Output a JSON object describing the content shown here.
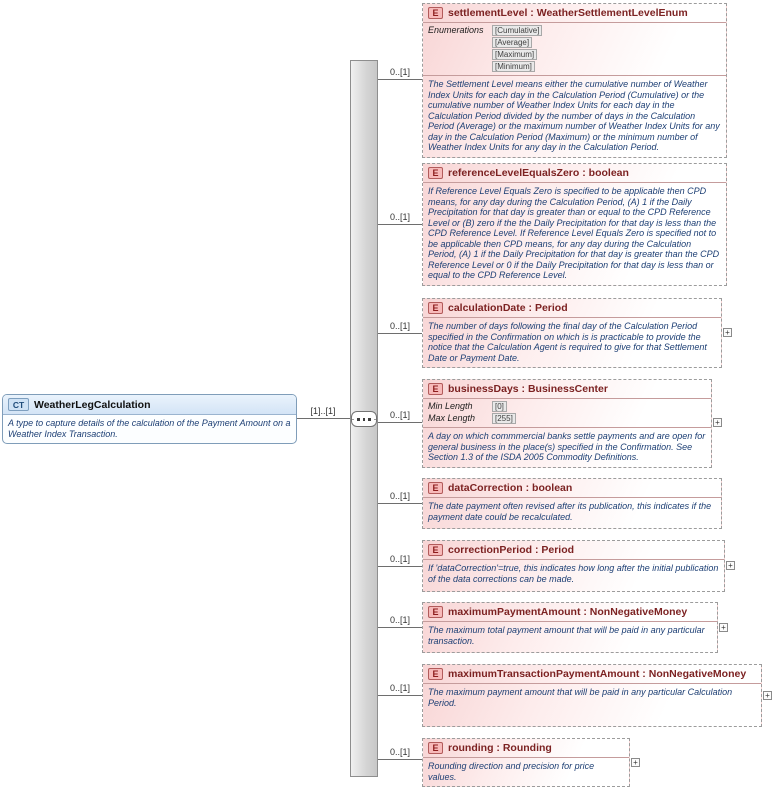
{
  "meta": {
    "type_separator": " : ",
    "expand_glyph": "+"
  },
  "root": {
    "badge": "CT",
    "name": "WeatherLegCalculation",
    "cardinality": "[1]..[1]",
    "description": "A type to capture details of the calculation of the Payment Amount on a Weather Index Transaction."
  },
  "elements": [
    {
      "badge": "E",
      "name": "settlementLevel",
      "type": "WeatherSettlementLevelEnum",
      "cardinality": "0..[1]",
      "facets": [
        {
          "label": "Enumerations",
          "values": [
            "[Cumulative]",
            "[Average]",
            "[Maximum]",
            "[Minimum]"
          ]
        }
      ],
      "description": "The Settlement Level means either the cumulative number of Weather Index Units for each day in the Calculation Period (Cumulative) or the cumulative number of Weather Index Units for each day in the Calculation Period divided by the number of days in the Calculation Period (Average) or the maximum number of Weather Index Units for any day in the Calculation Period (Maximum) or the minimum number of Weather Index Units for any day in the Calculation Period."
    },
    {
      "badge": "E",
      "name": "referenceLevelEqualsZero",
      "type": "boolean",
      "cardinality": "0..[1]",
      "description": "If Reference Level Equals Zero is specified to be applicable then CPD means, for any day during the Calculation Period, (A) 1 if the Daily Precipitation for that day is greater than or equal to the CPD Reference Level or (B) zero if the the Daily Precipitation for that day is less than the CPD Reference Level. If Reference Level Equals Zero is specified not to be applicable then CPD means, for any day during the Calculation Period, (A) 1 if the Daily Precipitation for that day is greater than the CPD Reference Level or 0 if the Daily Precipitation for that day is less than or equal to the CPD Reference Level."
    },
    {
      "badge": "E",
      "name": "calculationDate",
      "type": "Period",
      "cardinality": "0..[1]",
      "description": "The number of days following the final day of the Calculation Period specified in the Confirmation on which is is practicable to provide the notice that the Calculation Agent is required to give for that Settlement Date or Payment Date."
    },
    {
      "badge": "E",
      "name": "businessDays",
      "type": "BusinessCenter",
      "cardinality": "0..[1]",
      "facets": [
        {
          "label": "Min Length",
          "values": [
            "[0]"
          ]
        },
        {
          "label": "Max Length",
          "values": [
            "[255]"
          ]
        }
      ],
      "description": "A day on which commmercial banks settle payments and are open for general business in the place(s) specified in the Confirmation. See Section 1.3 of the ISDA 2005 Commodity Definitions."
    },
    {
      "badge": "E",
      "name": "dataCorrection",
      "type": "boolean",
      "cardinality": "0..[1]",
      "description": "The date payment often revised after its publication, this indicates if the payment date could be recalculated."
    },
    {
      "badge": "E",
      "name": "correctionPeriod",
      "type": "Period",
      "cardinality": "0..[1]",
      "description": "If 'dataCorrection'=true, this indicates how long after the initial publication of the data corrections can be made."
    },
    {
      "badge": "E",
      "name": "maximumPaymentAmount",
      "type": "NonNegativeMoney",
      "cardinality": "0..[1]",
      "description": "The maximum total payment amount that will be paid in any particular transaction."
    },
    {
      "badge": "E",
      "name": "maximumTransactionPaymentAmount",
      "type": "NonNegativeMoney",
      "cardinality": "0..[1]",
      "description": "The maximum payment amount that will be paid in any particular Calculation Period."
    },
    {
      "badge": "E",
      "name": "rounding",
      "type": "Rounding",
      "cardinality": "0..[1]",
      "description": "Rounding direction and precision for price values."
    }
  ]
}
